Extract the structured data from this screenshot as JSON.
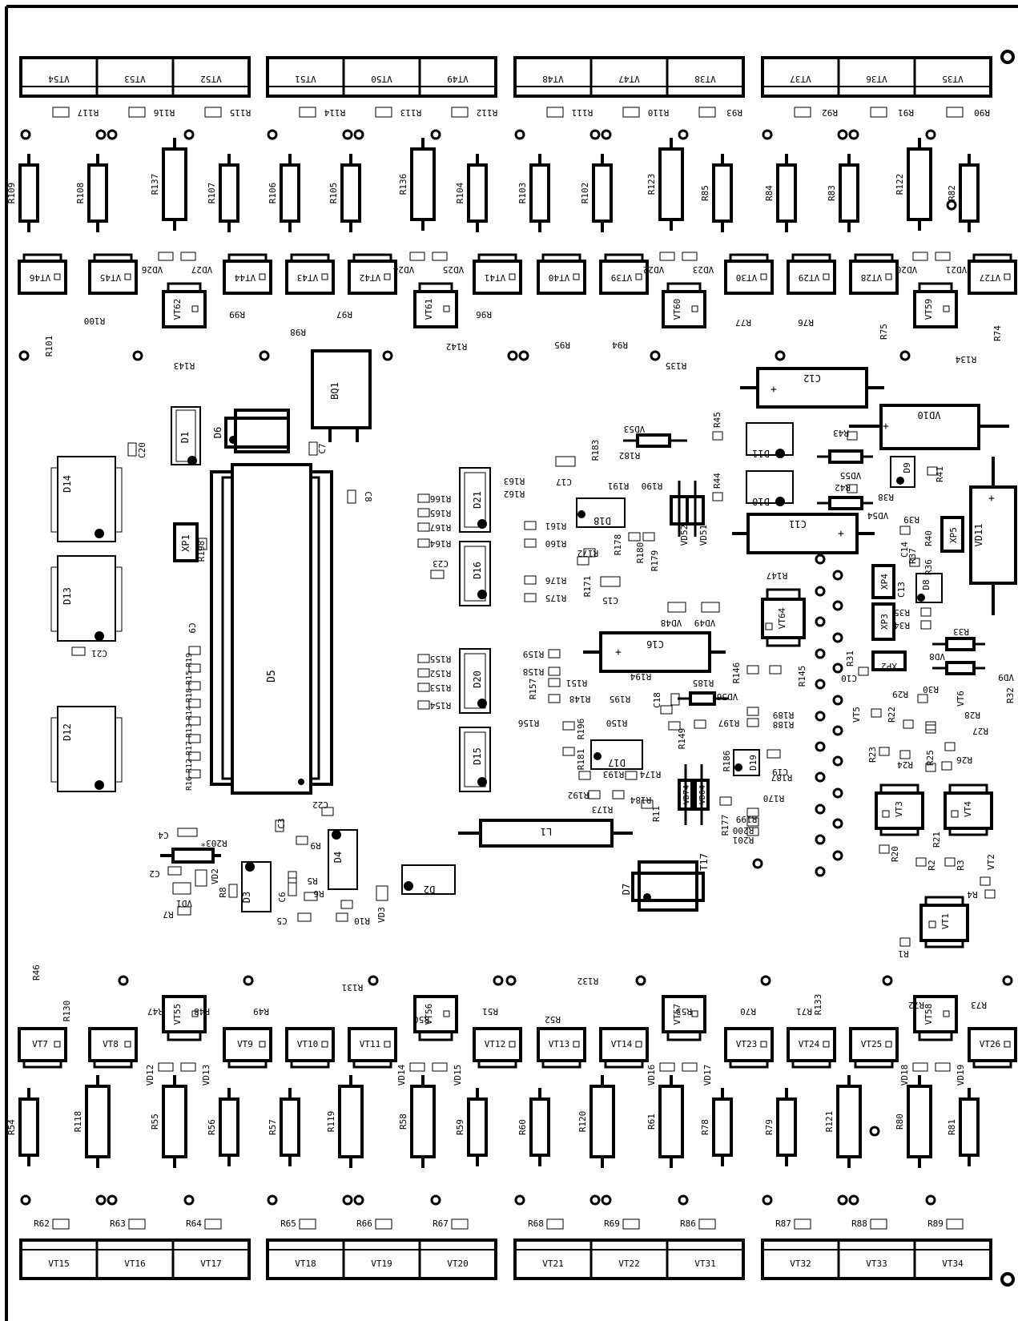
{
  "top_terminal_groups": [
    [
      "VT54",
      "VT53",
      "VT52"
    ],
    [
      "VT51",
      "VT50",
      "VT49"
    ],
    [
      "VT48",
      "VT47",
      "VT38"
    ],
    [
      "VT37",
      "VT36",
      "VT35"
    ]
  ],
  "top_small_resistors": [
    [
      "R117",
      "R116",
      "R115"
    ],
    [
      "R114",
      "R113",
      "R112"
    ],
    [
      "R111",
      "R110",
      "R93"
    ],
    [
      "R92",
      "R91",
      "R90"
    ]
  ],
  "top_vertical_resistors": [
    "R109",
    "R108",
    "R137",
    "R107",
    "R106",
    "R105",
    "R136",
    "R104",
    "R103",
    "R102",
    "R123",
    "R85",
    "R84",
    "R83",
    "R122",
    "R82"
  ],
  "top_transistor_row": [
    "VT46",
    "VT45",
    "VT44",
    "VT43",
    "VT42",
    "VT41",
    "VT40",
    "VT39",
    "VT30",
    "VT29",
    "VT28",
    "VT27"
  ],
  "top_small_transistors": [
    "VT62",
    "VT61",
    "VT60",
    "VT59"
  ],
  "top_diode_pairs": [
    [
      "VD26",
      "VD27"
    ],
    [
      "VD24",
      "VD25"
    ],
    [
      "VD22",
      "VD23"
    ],
    [
      "VD20",
      "VD21"
    ]
  ],
  "top_misc_labels": [
    "R100",
    "R101",
    "R99",
    "R98",
    "R97",
    "R143",
    "R96",
    "R142",
    "R95",
    "R94",
    "R135",
    "R77",
    "R76",
    "R75",
    "R74",
    "R134"
  ],
  "bottom_terminal_groups": [
    [
      "VT15",
      "VT16",
      "VT17"
    ],
    [
      "VT18",
      "VT19",
      "VT20"
    ],
    [
      "VT21",
      "VT22",
      "VT31"
    ],
    [
      "VT32",
      "VT33",
      "VT34"
    ]
  ],
  "bottom_small_resistors": [
    [
      "R62",
      "R63",
      "R64"
    ],
    [
      "R65",
      "R66",
      "R67"
    ],
    [
      "R68",
      "R69",
      "R86"
    ],
    [
      "R87",
      "R88",
      "R89"
    ]
  ],
  "bottom_vertical_resistors": [
    "R54",
    "R118",
    "R55",
    "R56",
    "R57",
    "R119",
    "R58",
    "R59",
    "R60",
    "R120",
    "R61",
    "R78",
    "R79",
    "R121",
    "R80",
    "R81"
  ],
  "bottom_transistor_row": [
    "VT7",
    "VT8",
    "VT9",
    "VT10",
    "VT11",
    "VT12",
    "VT13",
    "VT14",
    "VT23",
    "VT24",
    "VT25",
    "VT26"
  ],
  "bottom_small_transistors": [
    "VT55",
    "VT56",
    "VT57",
    "VT58"
  ],
  "bottom_diode_pairs": [
    [
      "VD12",
      "VD13"
    ],
    [
      "VD14",
      "VD15"
    ],
    [
      "VD16",
      "VD17"
    ],
    [
      "VD18",
      "VD19"
    ]
  ],
  "bottom_misc_labels": [
    "R46",
    "R130",
    "R47",
    "R48",
    "R49",
    "R131",
    "R50",
    "R51",
    "R52",
    "R132",
    "R53",
    "R70",
    "R71",
    "R133",
    "R72",
    "R73"
  ],
  "left_ics": [
    "D14",
    "D13",
    "D12"
  ],
  "main_ic": "D5",
  "mid_ics": [
    "D21",
    "D16",
    "D20",
    "D15"
  ],
  "relay": "BQ1",
  "small_caps_left": [
    "C20",
    "C21",
    "C9",
    "C7",
    "C8",
    "C22",
    "C3",
    "C4",
    "C2",
    "C5",
    "C6"
  ],
  "left_r_column": [
    "R198",
    "R19",
    "R15",
    "R18",
    "R14",
    "R13",
    "R17",
    "R12",
    "R16"
  ],
  "lower_left_labels": [
    "R203*",
    "VD2",
    "VD1",
    "R7",
    "R8",
    "R9",
    "R5",
    "R6",
    "R10",
    "VD3"
  ],
  "lower_left_parts": [
    "D1",
    "D6",
    "XP1",
    "D3",
    "D4",
    "D2"
  ],
  "mid_resistor_labels": [
    "R166",
    "R165",
    "R167",
    "R164",
    "R163",
    "R162",
    "R161",
    "R160",
    "R171",
    "R172",
    "R176",
    "R175",
    "R155",
    "R152",
    "R153",
    "R154",
    "R159",
    "R158",
    "R157",
    "R156",
    "R151",
    "R148",
    "R150",
    "R196",
    "R181",
    "R192",
    "R193",
    "R174",
    "R173",
    "R184",
    "R195",
    "R194",
    "R185",
    "R197",
    "R149",
    "R146",
    "R145",
    "R182",
    "R183",
    "R191",
    "R190",
    "R178",
    "R180",
    "R179",
    "R11",
    "R177",
    "R199",
    "R200",
    "R201",
    "R186",
    "R187",
    "R188",
    "R189",
    "R170",
    "R147"
  ],
  "mid_part_labels": [
    "C23",
    "C17",
    "C15",
    "C16",
    "C18",
    "C19",
    "D18",
    "D17",
    "D19",
    "VD52",
    "VD51",
    "VD53",
    "VD48",
    "VD49",
    "VD56",
    "VD74",
    "VD64",
    "VT64",
    "L1",
    "D7",
    "T17"
  ],
  "right_labels": [
    "C12",
    "VD10",
    "C11",
    "VD11",
    "D11",
    "D10",
    "D9",
    "D8",
    "R45",
    "R44",
    "R43",
    "R42",
    "R41",
    "R38",
    "R39",
    "R40",
    "R36",
    "R37",
    "C14",
    "C13",
    "R35",
    "R34",
    "R33",
    "R31",
    "C10",
    "R29",
    "R30",
    "R32",
    "R28",
    "R27",
    "R22",
    "R23",
    "R24",
    "R25",
    "R26",
    "R20",
    "R21",
    "R2",
    "R3",
    "R4",
    "R1",
    "VD55",
    "VD54",
    "VD8",
    "VD9",
    "VT6",
    "VT5",
    "VT3",
    "VT4",
    "VT2",
    "VT1",
    "XP5",
    "XP4",
    "XP3",
    "XP2"
  ]
}
